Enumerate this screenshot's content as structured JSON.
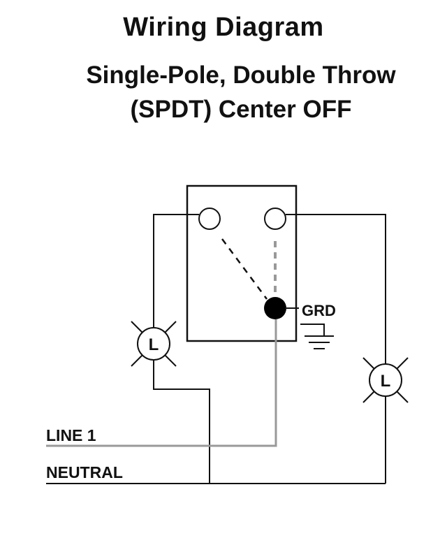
{
  "title": "Wiring Diagram",
  "subtitle_line1": "Single-Pole, Double Throw",
  "subtitle_line2": "(SPDT) Center OFF",
  "labels": {
    "ground": "GRD",
    "lamp_left": "L",
    "lamp_right": "L",
    "line1": "LINE 1",
    "neutral": "NEUTRAL"
  },
  "colors": {
    "line": "#111111",
    "common_wire": "#999999"
  }
}
